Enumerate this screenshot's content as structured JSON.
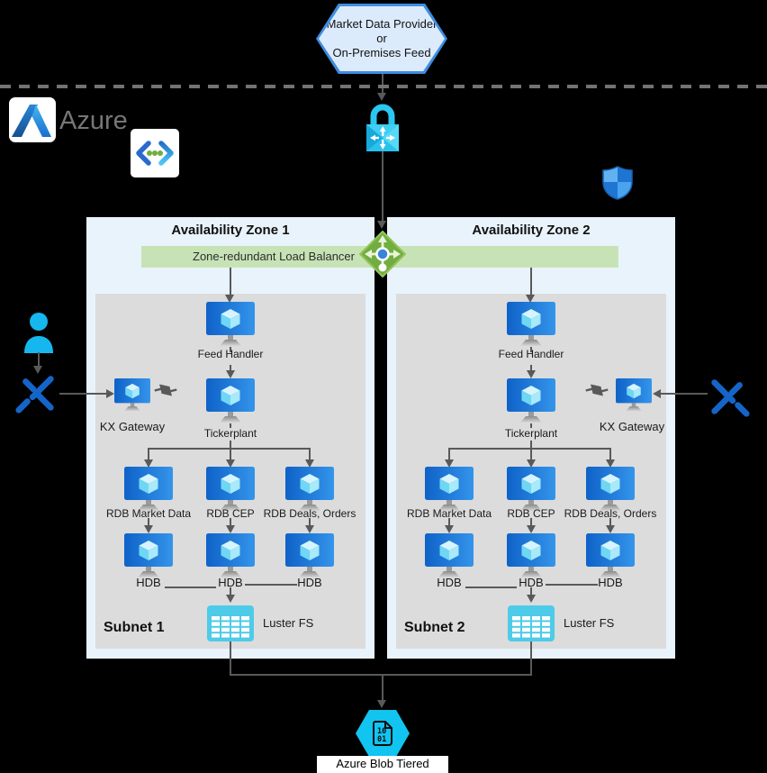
{
  "provider_hexagon": {
    "line1": "Market Data Provider",
    "line2": "or",
    "line3": "On-Premises Feed"
  },
  "azure_brand": "Azure",
  "load_balancer": {
    "band_label": "Zone-redundant Load Balancer"
  },
  "zones": [
    {
      "title": "Availability Zone 1",
      "subnet_label": "Subnet 1",
      "nodes": {
        "feed_handler": "Feed Handler",
        "tickerplant": "Tickerplant",
        "kx_gateway": "KX Gateway",
        "rdb_market_data": "RDB Market Data",
        "rdb_cep": "RDB CEP",
        "rdb_deals_orders": "RDB Deals, Orders",
        "hdb_1": "HDB",
        "hdb_2": "HDB",
        "hdb_3": "HDB",
        "luster_fs": "Luster FS"
      }
    },
    {
      "title": "Availability Zone 2",
      "subnet_label": "Subnet 2",
      "nodes": {
        "feed_handler": "Feed Handler",
        "tickerplant": "Tickerplant",
        "kx_gateway": "KX Gateway",
        "rdb_market_data": "RDB Market Data",
        "rdb_cep": "RDB CEP",
        "rdb_deals_orders": "RDB Deals, Orders",
        "hdb_1": "HDB",
        "hdb_2": "HDB",
        "hdb_3": "HDB",
        "luster_fs": "Luster FS"
      }
    }
  ],
  "storage": {
    "label": "Azure Blob Tiered storage",
    "icon_line1": "10",
    "icon_line2": "01"
  },
  "icons": {
    "azure_logo": "azure-a-logo",
    "virtual_network": "vnet-chevrons-icon",
    "secure_lock": "cyan-lock-icon",
    "security_shield": "defender-shield-icon",
    "load_balancer": "green-diamond-lb-icon",
    "virtual_machine": "vm-monitor-cube-icon",
    "lustre_fs": "cyan-table-icon",
    "kx_logo": "kx-x-logo",
    "user": "person-icon",
    "blob_storage": "cyan-hexagon-binary-doc-icon",
    "bidirectional_arrows": "double-arrow-icon"
  },
  "colors": {
    "background": "#000000",
    "hexagon_fill": "#dcebfc",
    "hexagon_stroke": "#3f8ce0",
    "zone_bg": "#e9f3fc",
    "subnet_bg": "#dcdcdc",
    "band_green": "#c7e3b6",
    "lb_green": "#72ad3f",
    "cyan": "#17c2ee",
    "vm_blue": "#0f62c8",
    "kx_blue": "#1565c8",
    "arrow_gray": "#595959",
    "brand_gray": "#767676"
  }
}
